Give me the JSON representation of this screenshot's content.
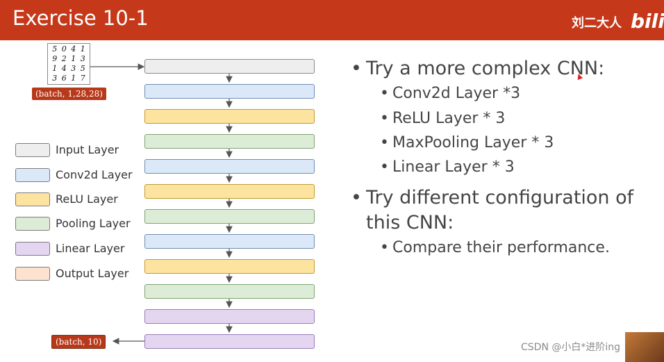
{
  "header": {
    "title": "Exercise 10-1",
    "brand_text": "刘二大人",
    "brand_logo": "bili"
  },
  "digits_image": {
    "rows": [
      [
        "5",
        "0",
        "4",
        "1"
      ],
      [
        "9",
        "2",
        "1",
        "3"
      ],
      [
        "1",
        "4",
        "3",
        "5"
      ],
      [
        "3",
        "6",
        "1",
        "7"
      ]
    ]
  },
  "network": {
    "input_shape": "(batch, 1,28,28)",
    "output_shape": "(batch, 10)",
    "layers": [
      "Input",
      "Conv2d",
      "ReLU",
      "Pooling",
      "Conv2d",
      "ReLU",
      "Pooling",
      "Conv2d",
      "ReLU",
      "Pooling",
      "Linear",
      "Linear"
    ]
  },
  "legend": [
    {
      "label": "Input Layer",
      "color": "#eeeeee"
    },
    {
      "label": "Conv2d Layer",
      "color": "#dbe8f7"
    },
    {
      "label": "ReLU Layer",
      "color": "#fde3a0"
    },
    {
      "label": "Pooling Layer",
      "color": "#dcecd6"
    },
    {
      "label": "Linear Layer",
      "color": "#e4d5f0"
    },
    {
      "label": "Output Layer",
      "color": "#fde2d0"
    }
  ],
  "bullets": {
    "b1": "Try a more complex CNN:",
    "b1_items": [
      "Conv2d Layer *3",
      "ReLU Layer * 3",
      "MaxPooling Layer * 3",
      "Linear Layer * 3"
    ],
    "b2_line1": "Try different configuration of",
    "b2_line2": "this CNN:",
    "b2_items": [
      "Compare their performance."
    ]
  },
  "watermark": "CSDN @小白*进阶ing",
  "colors": {
    "accent": "#c5391a"
  }
}
